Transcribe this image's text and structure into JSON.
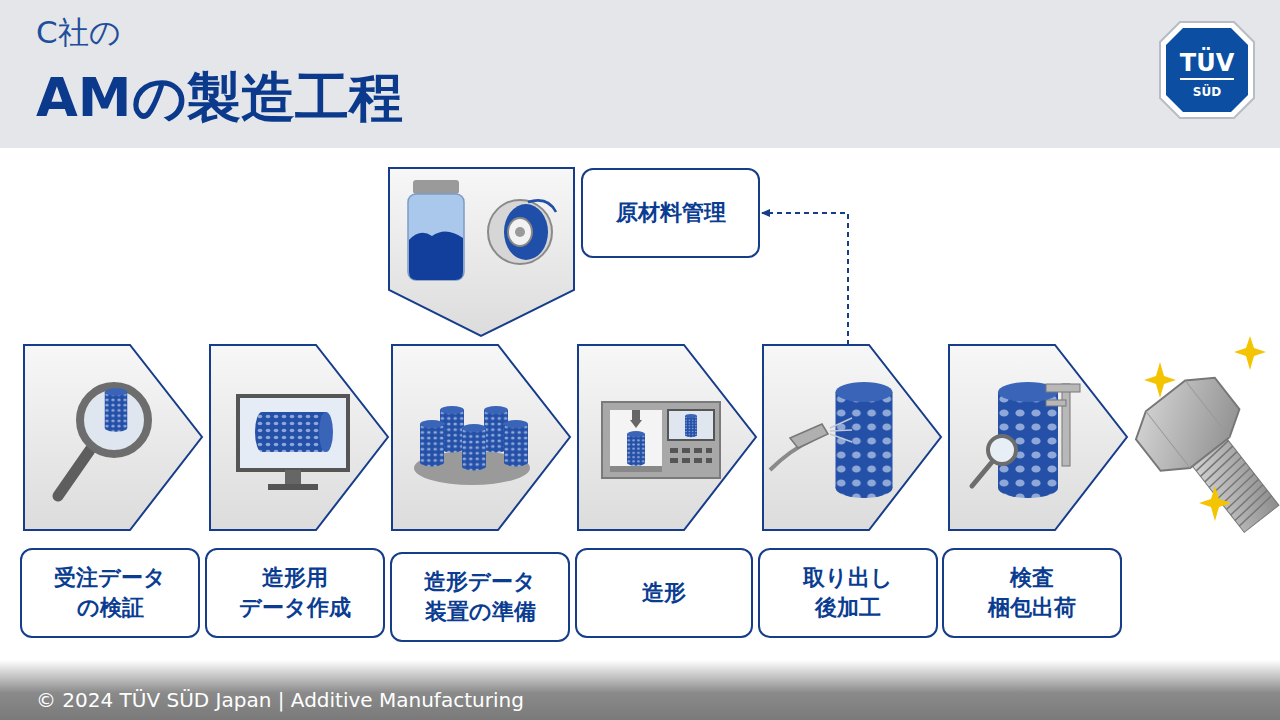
{
  "diagram": {
    "title": "AMの製造工程",
    "nodes": [
      {
        "text": [
          "受注データ の検証"
        ]
      },
      {
        "text": [
          "造形用 データ作成"
        ]
      },
      {
        "text": [
          "造形データ 装置の準備"
        ]
      },
      {
        "text": [
          "造形"
        ]
      },
      {
        "text": [
          "取り出し 後加工"
        ]
      },
      {
        "text": [
          "検査 梱包出荷"
        ]
      },
      {
        "text": [
          "原材料管理"
        ]
      }
    ],
    "edges": [
      {
        "from": 4,
        "to": 6,
        "arrow": "to"
      }
    ],
    "labels": [
      "C社の",
      "TÜV",
      "SÜD",
      "© 2024 TÜV SÜD Japan | Additive Manufacturing"
    ]
  }
}
